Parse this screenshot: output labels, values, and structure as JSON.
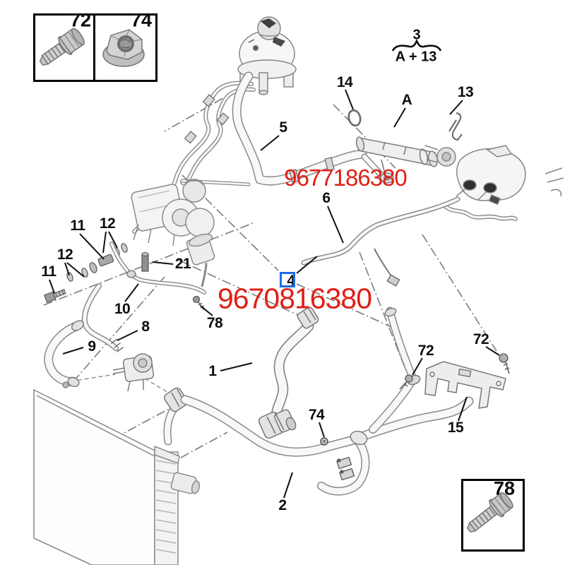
{
  "part_numbers": {
    "upper": "9677186380",
    "lower": "9670816380"
  },
  "group_note": {
    "count": "3",
    "formula": "A + 13"
  },
  "inset_boxes": {
    "top_left_bolt": "72",
    "top_left_nut": "74",
    "bottom_right_screw": "78"
  },
  "callouts": {
    "n14": "14",
    "nA": "A",
    "n13": "13",
    "n5": "5",
    "n6": "6",
    "n11_top": "11",
    "n12_top": "12",
    "n12_left": "12",
    "n11_left": "11",
    "n21": "21",
    "n10": "10",
    "n78_mid": "78",
    "n8": "8",
    "n9": "9",
    "n1": "1",
    "n4": "4",
    "n74_mid": "74",
    "n72_left": "72",
    "n72_right": "72",
    "n15": "15",
    "n2": "2"
  },
  "colors": {
    "part_number_red": "#e01f16",
    "highlight_blue": "#1a6fe8",
    "line_grey": "#8a8a8a"
  }
}
